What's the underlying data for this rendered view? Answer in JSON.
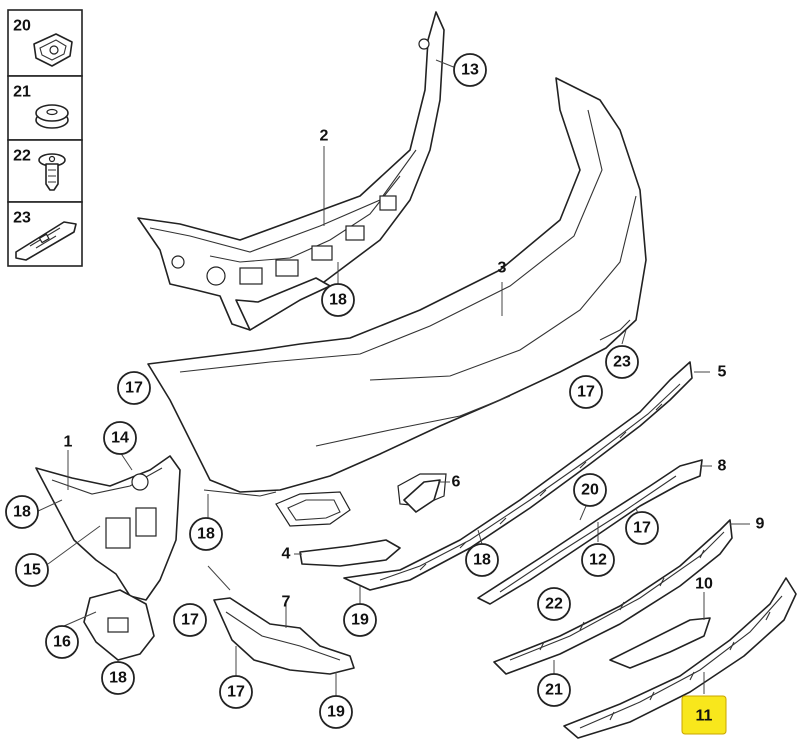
{
  "diagram": {
    "legend": [
      {
        "num": "20",
        "icon": "clip-nut-icon"
      },
      {
        "num": "21",
        "icon": "grommet-icon"
      },
      {
        "num": "22",
        "icon": "expanding-rivet-icon"
      },
      {
        "num": "23",
        "icon": "bracket-clip-icon"
      }
    ],
    "callouts": [
      {
        "num": "13",
        "circle": true
      },
      {
        "num": "2",
        "circle": false
      },
      {
        "num": "18",
        "circle": true,
        "ref": "a"
      },
      {
        "num": "3",
        "circle": false
      },
      {
        "num": "23",
        "circle": true
      },
      {
        "num": "5",
        "circle": false
      },
      {
        "num": "17",
        "circle": true,
        "ref": "a"
      },
      {
        "num": "17",
        "circle": true,
        "ref": "b"
      },
      {
        "num": "1",
        "circle": false
      },
      {
        "num": "14",
        "circle": true
      },
      {
        "num": "18",
        "circle": true,
        "ref": "b"
      },
      {
        "num": "15",
        "circle": true
      },
      {
        "num": "6",
        "circle": false
      },
      {
        "num": "8",
        "circle": false
      },
      {
        "num": "20",
        "circle": true
      },
      {
        "num": "17",
        "circle": true,
        "ref": "c"
      },
      {
        "num": "9",
        "circle": false
      },
      {
        "num": "18",
        "circle": true,
        "ref": "c"
      },
      {
        "num": "4",
        "circle": false
      },
      {
        "num": "18",
        "circle": true,
        "ref": "d"
      },
      {
        "num": "12",
        "circle": true
      },
      {
        "num": "17",
        "circle": true,
        "ref": "d"
      },
      {
        "num": "7",
        "circle": false
      },
      {
        "num": "19",
        "circle": true,
        "ref": "a"
      },
      {
        "num": "16",
        "circle": true
      },
      {
        "num": "22",
        "circle": true
      },
      {
        "num": "10",
        "circle": false
      },
      {
        "num": "18",
        "circle": true,
        "ref": "e"
      },
      {
        "num": "17",
        "circle": true,
        "ref": "e"
      },
      {
        "num": "19",
        "circle": true,
        "ref": "b"
      },
      {
        "num": "21",
        "circle": true
      },
      {
        "num": "11",
        "circle": false,
        "highlight": true,
        "highlight_color": "#f8e71c"
      }
    ]
  }
}
